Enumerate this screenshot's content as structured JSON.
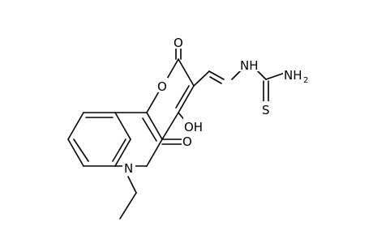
{
  "structure": {
    "atom_labels": {
      "ring_oxygen": "O",
      "lactone_carbonyl_oxygen": "O",
      "hydroxyl": "OH",
      "amide_carbonyl_oxygen": "O",
      "ring_nitrogen": "N",
      "hydrazone_nh": "NH",
      "amine_symbol": "NH",
      "amine_subscript": "2",
      "thione_sulfur": "S"
    }
  },
  "colors": {
    "bond": "#000000",
    "label": "#000000",
    "background": "#ffffff"
  }
}
